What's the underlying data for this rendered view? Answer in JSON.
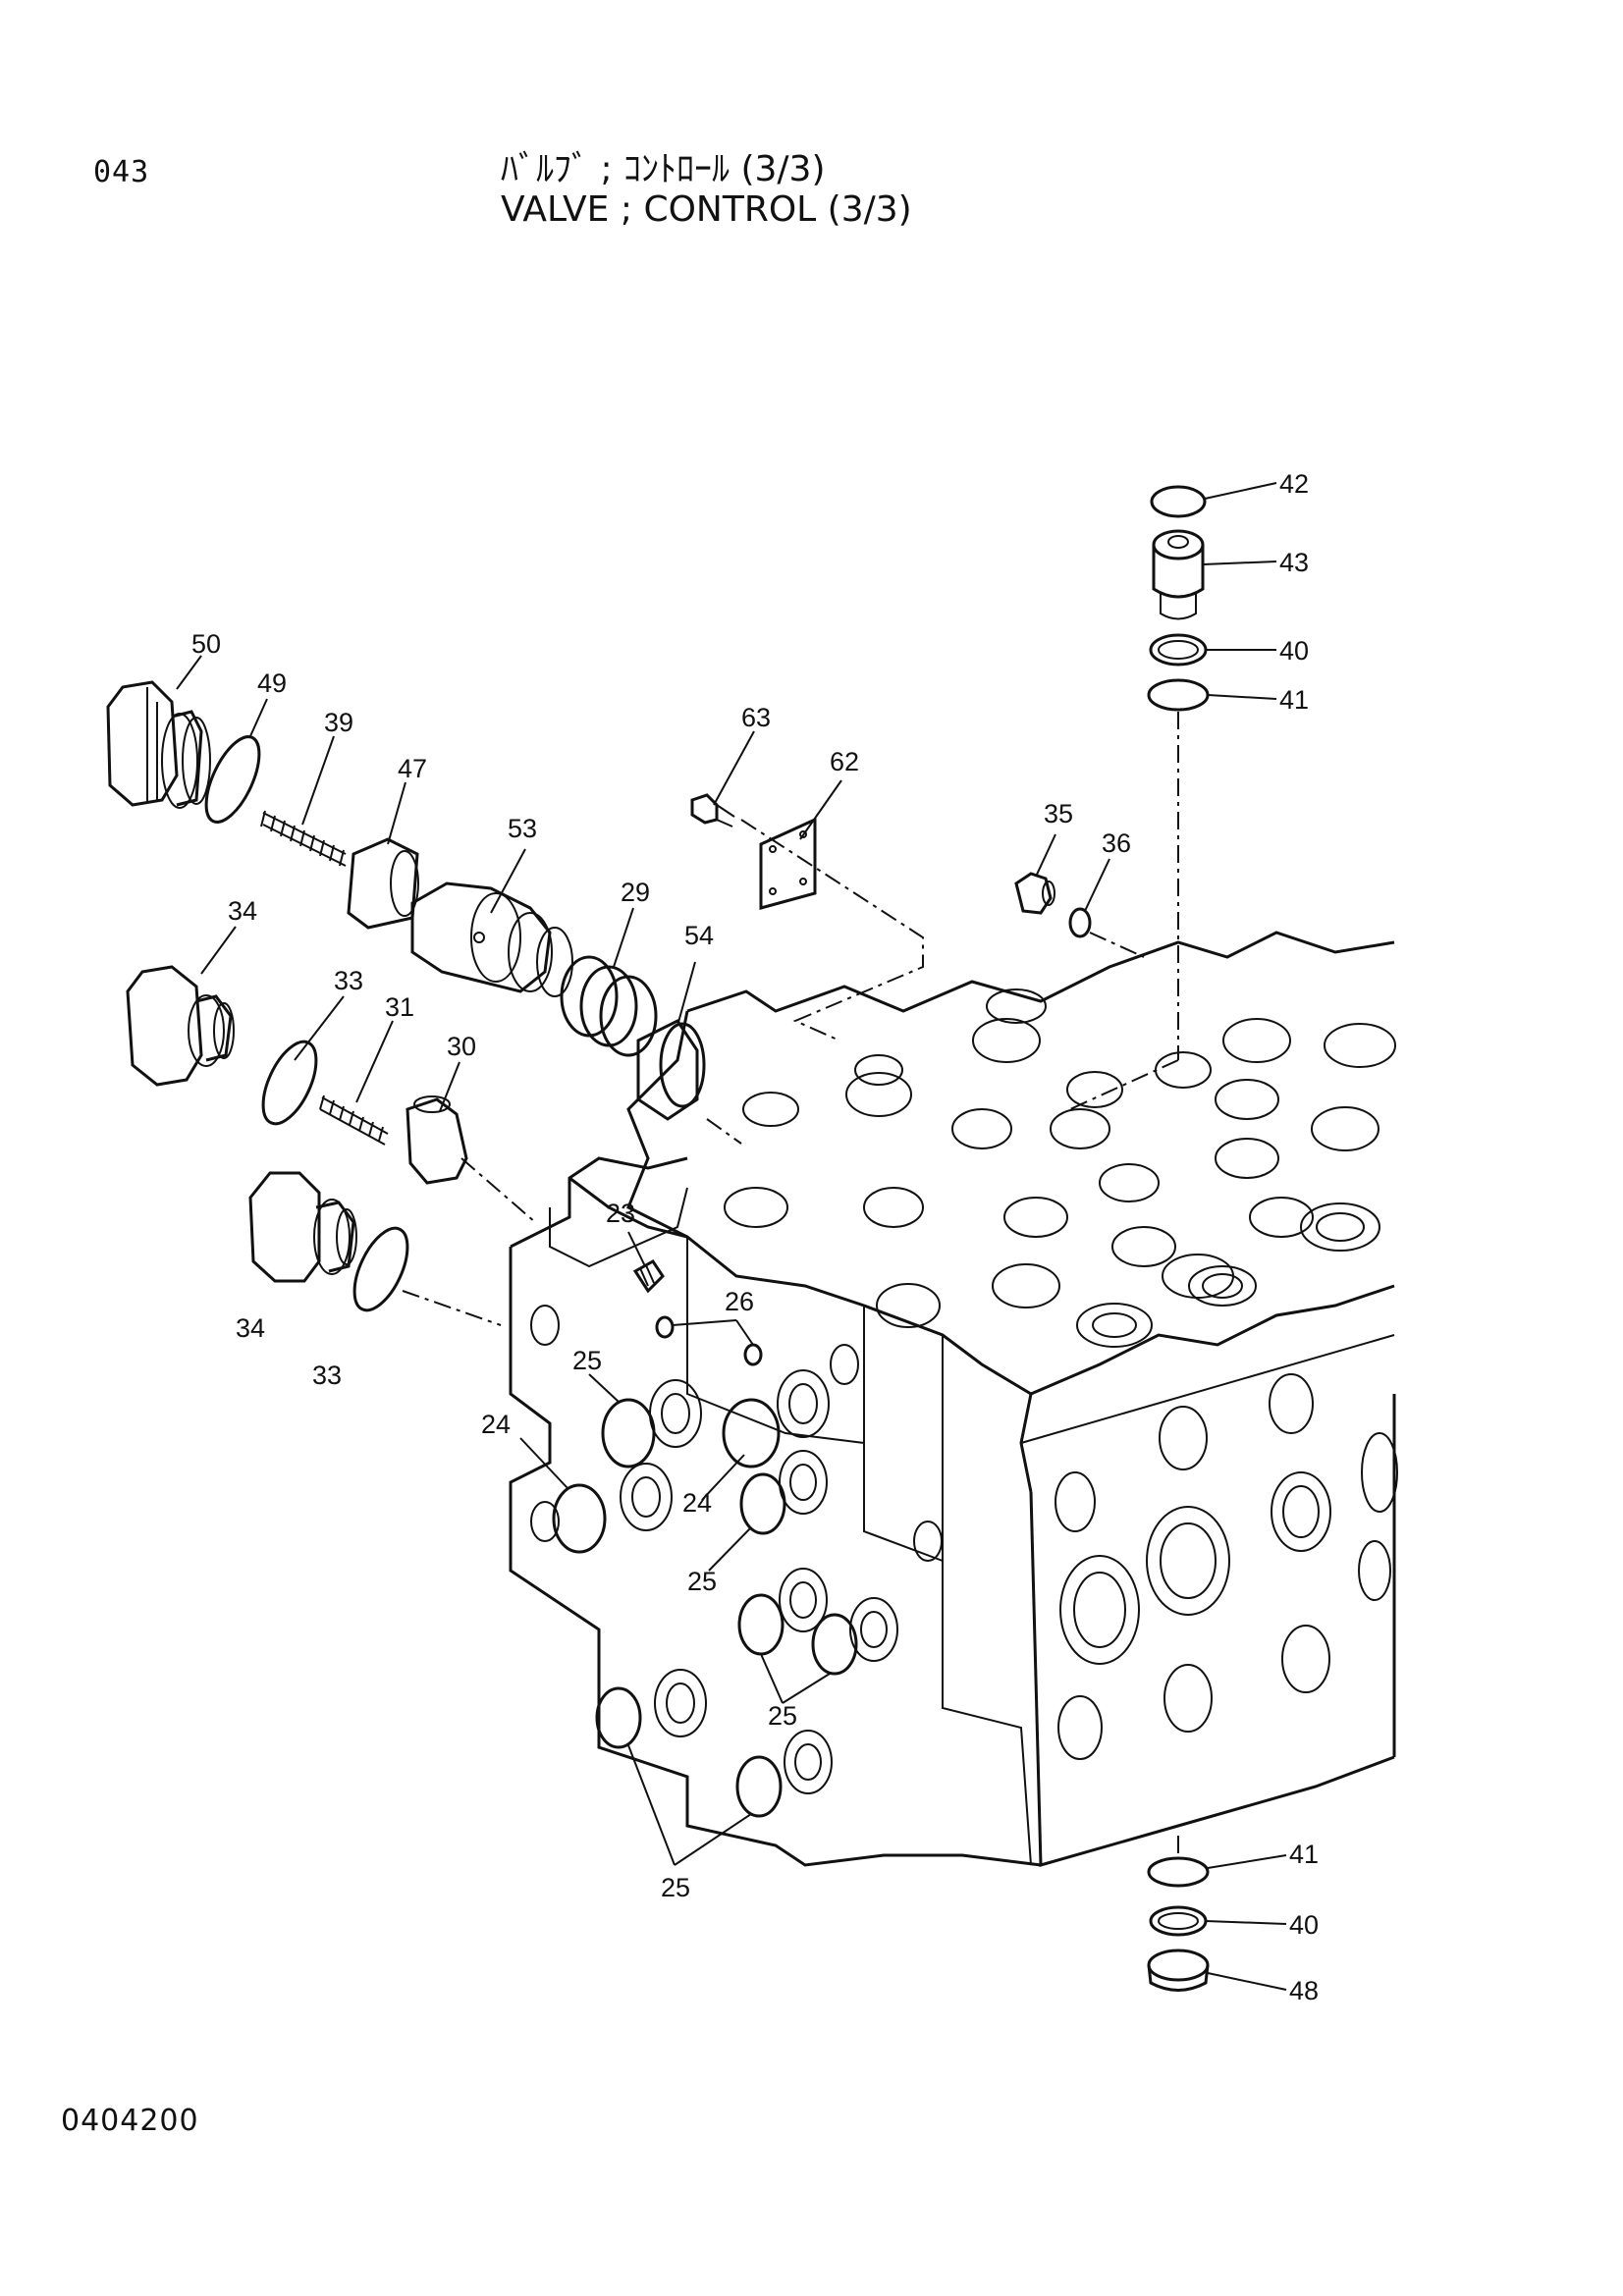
{
  "page_number": "043",
  "title_jp": "ﾊﾞﾙﾌﾞ ; ｺﾝﾄﾛｰﾙ (3/3)",
  "title_en": "VALVE ; CONTROL (3/3)",
  "document_code": "0404200",
  "part_labels": {
    "p42": "42",
    "p43": "43",
    "p40a": "40",
    "p41a": "41",
    "p50": "50",
    "p49": "49",
    "p39": "39",
    "p47": "47",
    "p53": "53",
    "p29": "29",
    "p54": "54",
    "p63": "63",
    "p62": "62",
    "p35": "35",
    "p36": "36",
    "p34a": "34",
    "p33a": "33",
    "p31": "31",
    "p30": "30",
    "p34b": "34",
    "p33b": "33",
    "p23": "23",
    "p26": "26",
    "p25a": "25",
    "p24a": "24",
    "p24b": "24",
    "p25b": "25",
    "p25c": "25",
    "p25d": "25",
    "p41b": "41",
    "p40b": "40",
    "p48": "48"
  }
}
